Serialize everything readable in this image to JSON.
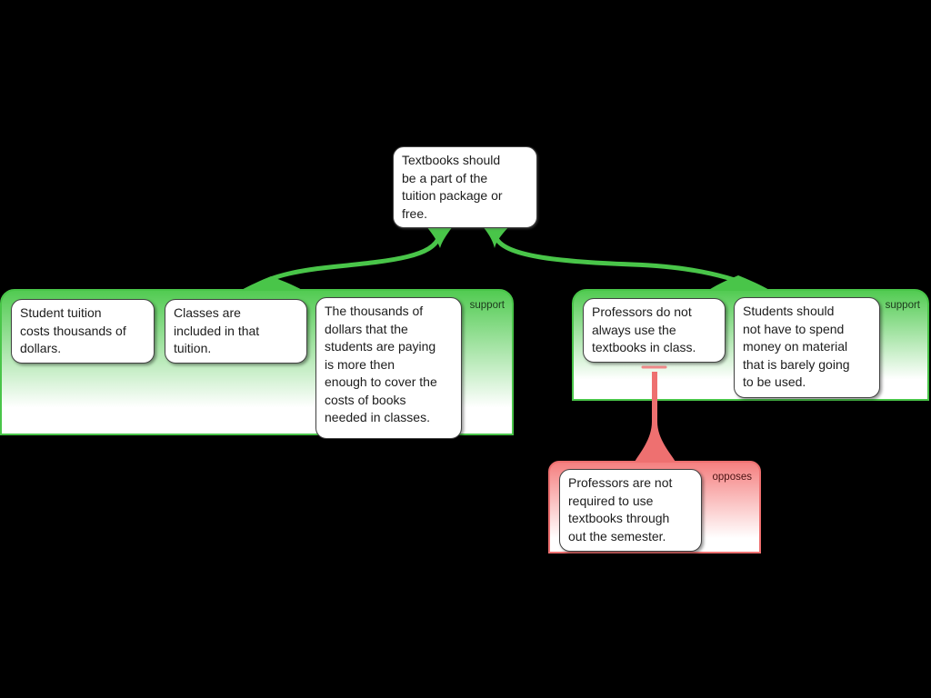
{
  "argmap": {
    "root": {
      "text": "Textbooks should\nbe a part of the\ntuition package or\nfree."
    },
    "groups": [
      {
        "label": "support",
        "relation": "support",
        "claims": [
          {
            "text": "Student tuition\ncosts thousands of\ndollars."
          },
          {
            "text": "Classes are\nincluded in that\ntuition."
          },
          {
            "text": "The thousands of\ndollars that the\nstudents are paying\nis more then\nenough to cover the\ncosts of books\nneeded in classes."
          }
        ]
      },
      {
        "label": "support",
        "relation": "support",
        "claims": [
          {
            "text": "Professors do not\nalways use the\ntextbooks in class."
          },
          {
            "text": "Students should\nnot have to spend\nmoney on material\nthat is barely going\nto be used."
          }
        ]
      },
      {
        "label": "opposes",
        "relation": "opposes",
        "claims": [
          {
            "text": "Professors are not\nrequired to use\ntextbooks through\nout the semester."
          }
        ]
      }
    ],
    "colors": {
      "background": "#000000",
      "support_line": "#49c549",
      "support_fill_top": "#52cb52",
      "support_label_text": "#1b381b",
      "oppose_line": "#ee7070",
      "oppose_bar": "#f28b8b",
      "oppose_fill_top": "#f58080",
      "oppose_label_text": "#4a1212",
      "claim_bg": "#ffffff",
      "claim_border": "#424242",
      "claim_text": "#1c1c1c"
    }
  }
}
